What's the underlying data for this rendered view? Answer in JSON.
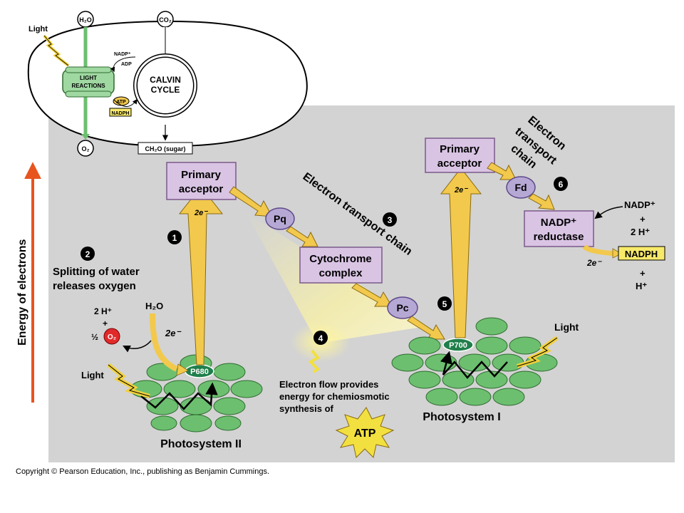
{
  "inset": {
    "light": "Light",
    "h2o": "H₂O",
    "co2": "CO₂",
    "o2": "O₂",
    "light_reactions_1": "LIGHT",
    "light_reactions_2": "REACTIONS",
    "calvin_1": "CALVIN",
    "calvin_2": "CYCLE",
    "nadp": "NADP⁺",
    "adp": "ADP",
    "atp": "ATP",
    "nadph": "NADPH",
    "sugar": "CH₂O (sugar)"
  },
  "axis_label": "Energy of electrons",
  "ps2": {
    "primary_acceptor_1": "Primary",
    "primary_acceptor_2": "acceptor",
    "electrons": "2e⁻",
    "reaction_center": "P680",
    "label": "Photosystem II",
    "light": "Light",
    "h2o": "H₂O",
    "two_e": "2e⁻",
    "two_h": "2 H⁺",
    "plus": "+",
    "half": "½",
    "o2": "O₂"
  },
  "steps": {
    "s1": "1",
    "s2": "2",
    "s3": "3",
    "s4": "4",
    "s5": "5",
    "s6": "6"
  },
  "water_split_1": "Splitting of water",
  "water_split_2": "releases oxygen",
  "etc": {
    "title": "Electron transport chain",
    "pq": "Pq",
    "cytochrome_1": "Cytochrome",
    "cytochrome_2": "complex",
    "pc": "Pc"
  },
  "chemiosmosis": {
    "line1": "Electron flow provides",
    "line2": "energy for chemiosmotic",
    "line3": "synthesis of",
    "atp": "ATP"
  },
  "ps1": {
    "primary_acceptor_1": "Primary",
    "primary_acceptor_2": "acceptor",
    "electrons": "2e⁻",
    "reaction_center": "P700",
    "label": "Photosystem I",
    "light": "Light"
  },
  "etc2": {
    "line1": "Electron",
    "line2": "transport",
    "line3": "chain",
    "fd": "Fd"
  },
  "reductase": {
    "line1": "NADP⁺",
    "line2": "reductase",
    "nadp_in": "NADP⁺",
    "plus1": "+",
    "two_h": "2 H⁺",
    "two_e": "2e⁻",
    "nadph": "NADPH",
    "plus2": "+",
    "h": "H⁺"
  },
  "copyright": "Copyright © Pearson Education, Inc., publishing as Benjamin Cummings.",
  "colors": {
    "panel": "#d3d3d3",
    "box": "#d9c4e4",
    "box_border": "#7a5a8a",
    "carrier": "#b6a8d4",
    "carrier_border": "#5d4a8a",
    "arrow": "#f2c94c",
    "arrow_border": "#8a6a10",
    "thylakoid": "#6cbf6f",
    "reaction_center": "#1f7f4a",
    "energy_axis": "#e8541e"
  }
}
